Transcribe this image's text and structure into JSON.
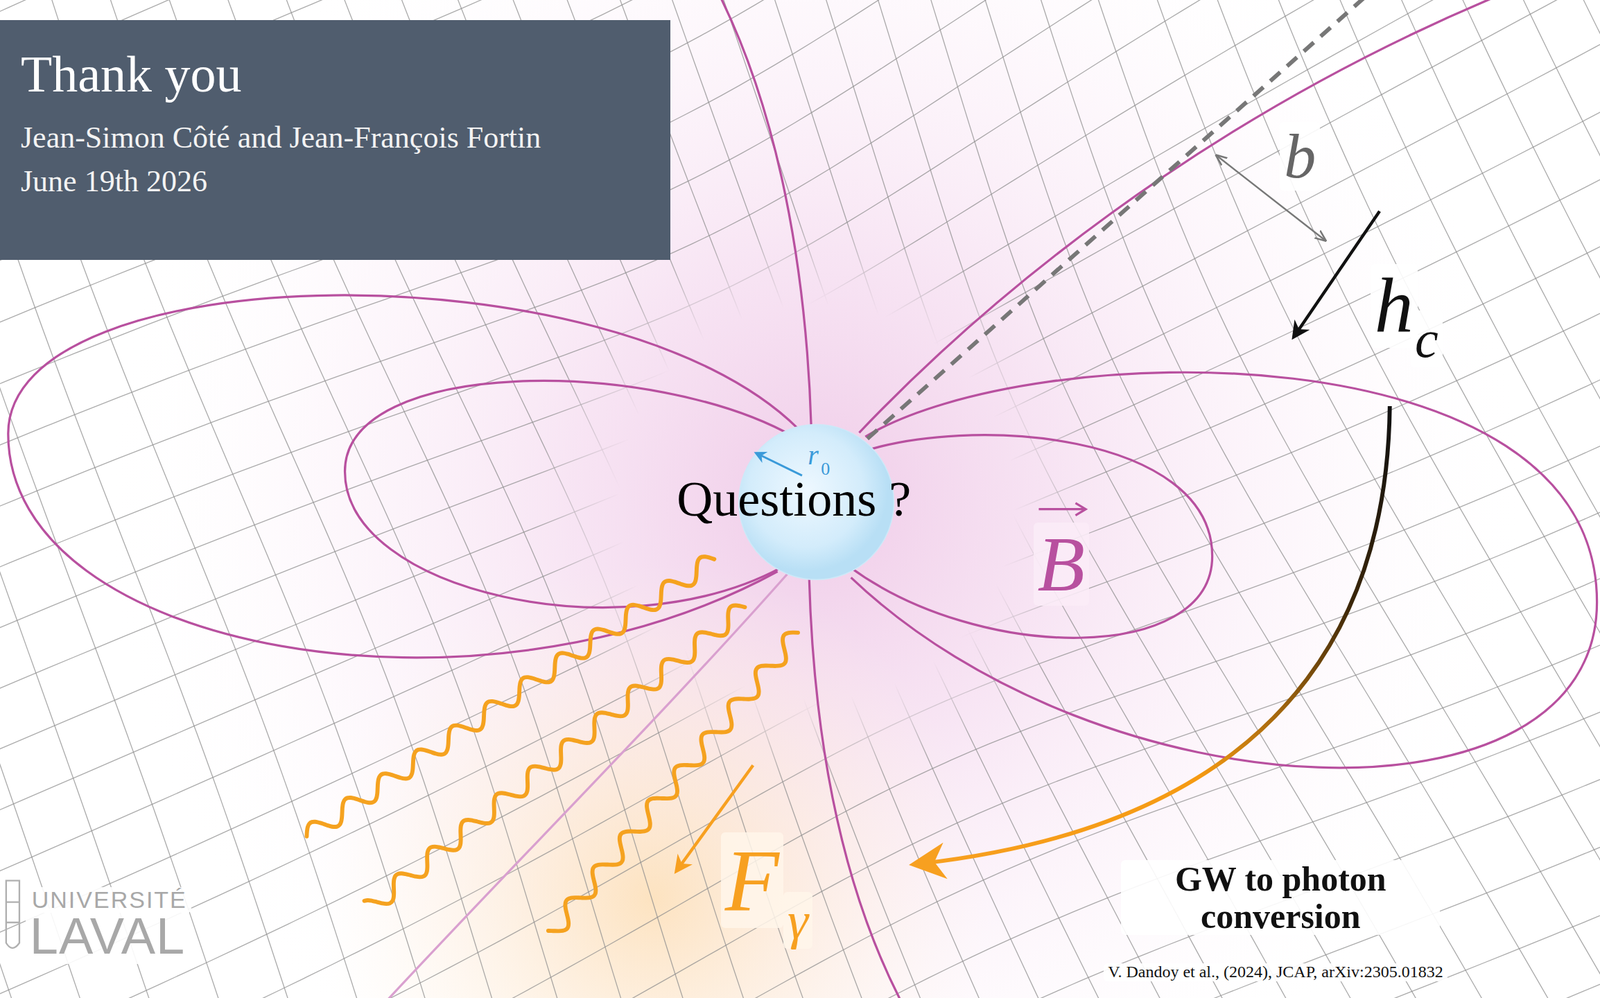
{
  "diagram": {
    "nodes": [
      {
        "text": [
          "Thank you",
          "Jean-Simon Côté and Jean-François Fortin",
          "June 19th 2026"
        ]
      }
    ],
    "labels": [
      "r",
      "0",
      "Questions ?",
      "B",
      "b",
      "h",
      "c",
      "F",
      "γ",
      "GW to photon conversion",
      "V. Dandoy et al., (2024), JCAP, arXiv:2305.01832",
      "UNIVERSITÉ",
      "LAVAL"
    ]
  }
}
